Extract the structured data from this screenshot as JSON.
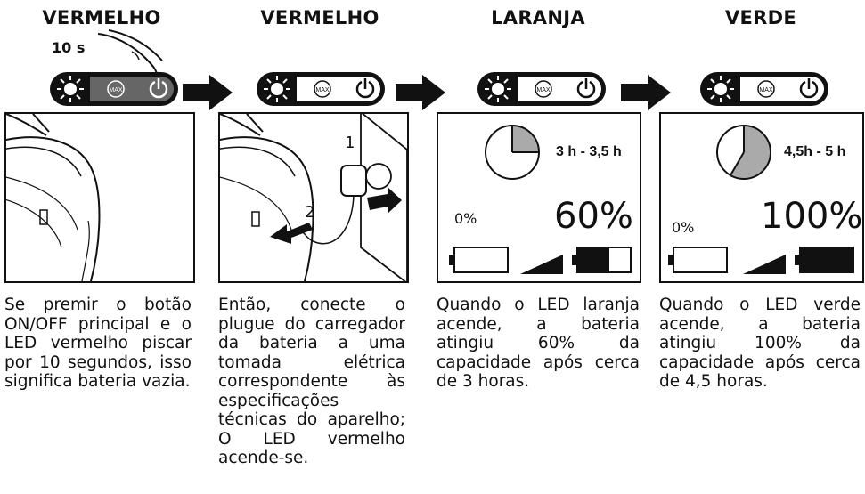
{
  "steps": [
    {
      "heading": "VERMELHO",
      "hint": "10 s",
      "description": "Se premir o botão ON/OFF principal e o LED vermelho piscar por 10 segundos, isso significa bateria vazia."
    },
    {
      "heading": "VERMELHO",
      "label_1": "1",
      "label_2": "2",
      "description": "Então, conecte o plugue do carregador da bateria a uma tomada elétrica correspondente às especificações técnicas do aparelho; O LED vermelho acende-se."
    },
    {
      "heading": "LARANJA",
      "time": "3 h - 3,5 h",
      "start_percent": "0%",
      "percent": "60%",
      "description": "Quando o LED laranja acende, a bateria atingiu 60% da capacidade após cerca de 3 horas."
    },
    {
      "heading": "VERDE",
      "time": "4,5h - 5 h",
      "start_percent": "0%",
      "percent": "100%",
      "description": "Quando o LED verde acende, a bateria atingiu 100% da capacidade após cerca de 4,5 horas."
    }
  ],
  "panel_icons": [
    "light-icon",
    "max-icon",
    "power-icon"
  ],
  "battery_fill": [
    0.6,
    1.0
  ]
}
